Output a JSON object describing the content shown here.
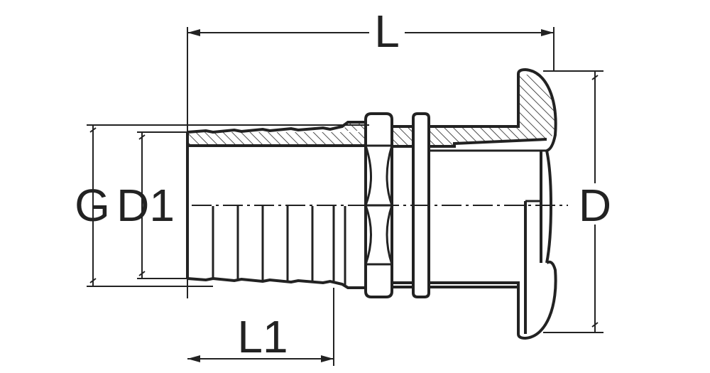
{
  "labels": {
    "L": "L",
    "L1": "L1",
    "G": "G",
    "D1": "D1",
    "D": "D"
  },
  "colors": {
    "line": "#222222",
    "background": "#ffffff"
  }
}
